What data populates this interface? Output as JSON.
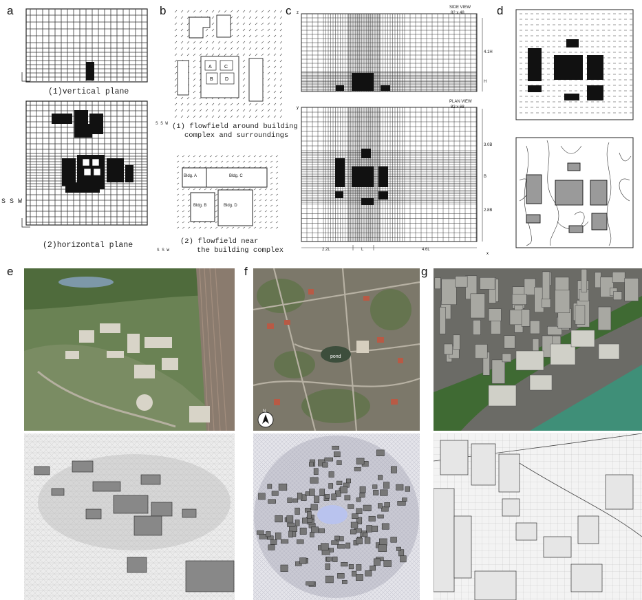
{
  "panel_labels": {
    "a": "a",
    "b": "b",
    "c": "c",
    "d": "d",
    "e": "e",
    "f": "f",
    "g": "g"
  },
  "panel_a": {
    "caption_vertical": "(1)vertical plane",
    "caption_horizontal": "(2)horizontal plane",
    "wind_label": "S S W"
  },
  "panel_b": {
    "caption_1_line1": "(1) flowfield around building",
    "caption_1_line2": "complex and surroundings",
    "caption_2_line1": "(2) flowfield near",
    "caption_2_line2": "the building complex",
    "wind_label_1": "S S W",
    "wind_label_2": "S S W",
    "bldg_a": "Bldg. A",
    "bldg_b": "Bldg. B",
    "bldg_c": "Bldg. C",
    "bldg_d": "Bldg. D",
    "letter_a": "A",
    "letter_b": "B",
    "letter_c": "C",
    "letter_d": "D"
  },
  "panel_c": {
    "side_title": "SIDE VIEW",
    "side_grid": "82 x 48",
    "plan_title": "PLAN VIEW",
    "plan_grid": "82 x 68",
    "dim_4h": "4.1H",
    "dim_h": "H",
    "dim_3b": "3.0B",
    "dim_b": "B",
    "dim_28b": "2.8B",
    "dim_22l": "2.2L",
    "dim_l": "L",
    "dim_46l": "4.6L",
    "axis_z": "z",
    "axis_y": "y",
    "axis_x": "x"
  },
  "panel_f": {
    "pond_label": "pond",
    "north": "N"
  },
  "colors": {
    "ink": "#111111",
    "grid": "#333333",
    "aerial_green": "#5f7a4a",
    "aerial_urban": "#8a8172",
    "sea": "#3f8f78",
    "mesh_bg": "#e9e9ec",
    "pond_blue": "#b9c3ee"
  }
}
